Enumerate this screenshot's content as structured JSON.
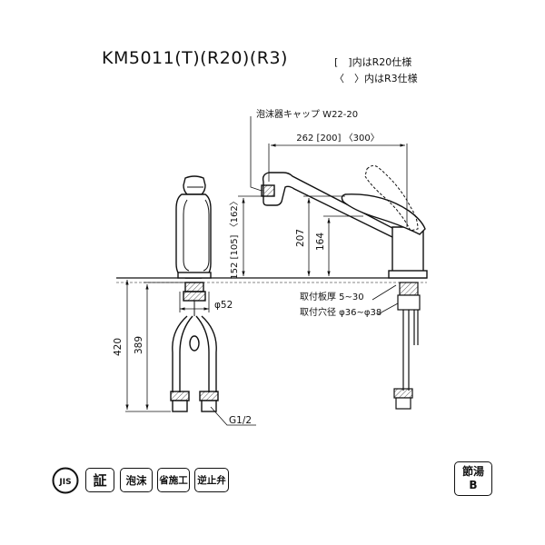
{
  "model_title": "KM5011(T)(R20)(R3)",
  "notes": {
    "r20": "[　]内はR20仕様",
    "r3": "〈　〉内はR3仕様"
  },
  "labels": {
    "aerator_cap": "泡沫器キャップ W22-20",
    "horizontal_reach": "262 [200] 〈300〉",
    "height_207": "207",
    "height_164": "164",
    "height_152": "152 [105] 〈162〉",
    "diameter_52": "φ52",
    "length_420": "420",
    "length_389": "389",
    "thread": "G1/2",
    "plate_thickness": "取付板厚 5~30",
    "hole_diameter": "取付穴径 φ36~φ38"
  },
  "badges": {
    "jis": "JIS",
    "certified": "証",
    "foam": "泡沫",
    "labor_saving": "省施工",
    "check_valve": "逆止弁",
    "hot_water_saving_line1": "節湯",
    "hot_water_saving_line2": "B"
  },
  "colors": {
    "line": "#111111",
    "hatch": "#555555"
  }
}
